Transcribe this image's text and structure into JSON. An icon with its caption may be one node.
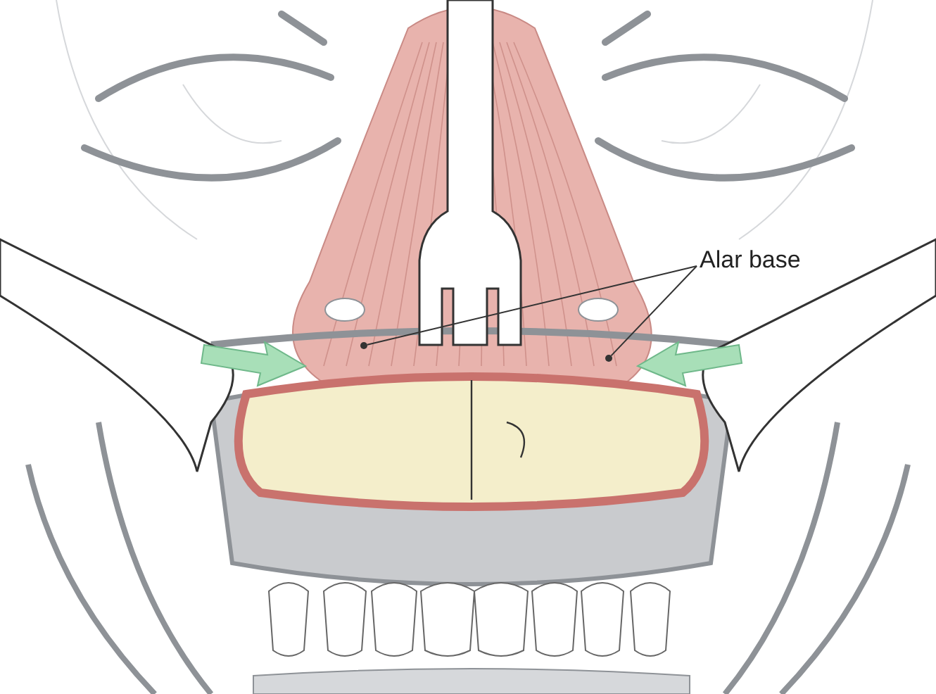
{
  "diagram": {
    "nodes": [
      {
        "text": [
          "Alar base"
        ]
      },
      {
        "text": [],
        "shape": "circle"
      },
      {
        "text": [],
        "shape": "circle"
      }
    ],
    "edges": [
      {
        "from": 0,
        "to": 1,
        "arrow": "none"
      },
      {
        "from": 0,
        "to": 2,
        "arrow": "none"
      }
    ]
  }
}
